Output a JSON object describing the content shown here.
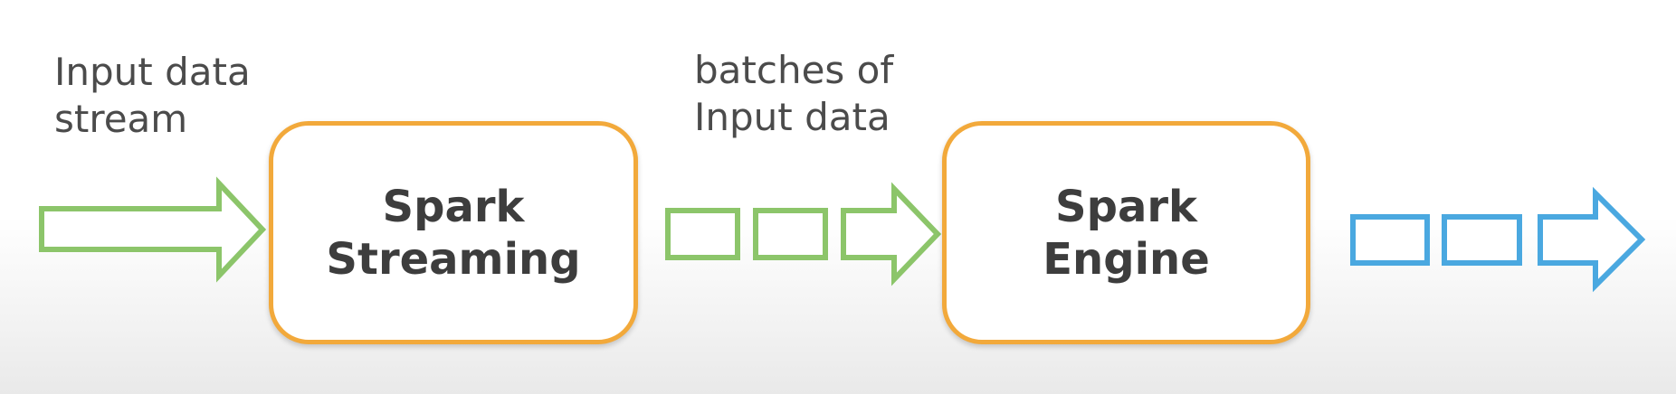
{
  "labels": {
    "input_stream": [
      "Input data",
      "stream"
    ],
    "batches": [
      "batches of",
      "Input data"
    ]
  },
  "boxes": {
    "streaming": [
      "Spark",
      "Streaming"
    ],
    "engine": [
      "Spark",
      "Engine"
    ]
  },
  "colors": {
    "input_flow": "#8cc56a",
    "output_flow": "#4aa8e0",
    "box_border": "#f2a93b",
    "text": "#4b4b4b"
  }
}
